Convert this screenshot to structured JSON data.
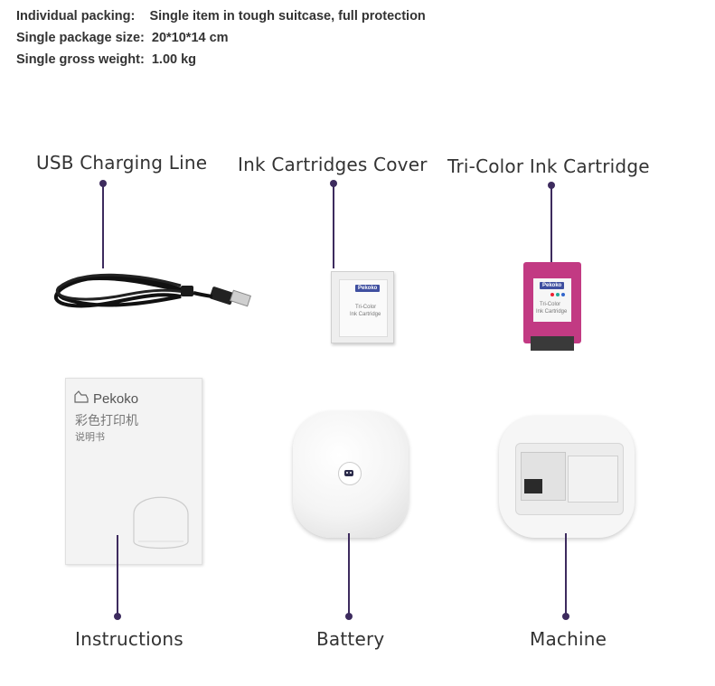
{
  "specs": {
    "packing_label": "Individual packing:",
    "packing_value": "Single item in tough suitcase, full protection",
    "size_label": "Single package size:",
    "size_value": "20*10*14 cm",
    "weight_label": "Single gross weight:",
    "weight_value": "1.00 kg"
  },
  "items": {
    "usb": "USB Charging Line",
    "cover": "Ink Cartridges Cover",
    "cartridge": "Tri-Color Ink Cartridge",
    "instructions": "Instructions",
    "battery": "Battery",
    "machine": "Machine"
  },
  "print_text": {
    "manual_brand": "Pekoko",
    "manual_cn_title": "彩色打印机",
    "manual_cn_sub": "说明书",
    "cover_brand": "Pekoko",
    "cover_line1": "Tri-Color",
    "cover_line2": "Ink Cartridge",
    "cart_brand": "Pekoko",
    "cart_line1": "Tri-Color",
    "cart_line2": "Ink Cartridge"
  },
  "colors": {
    "accent_line": "#3d2b5e",
    "cartridge_magenta": "#c23a83"
  }
}
